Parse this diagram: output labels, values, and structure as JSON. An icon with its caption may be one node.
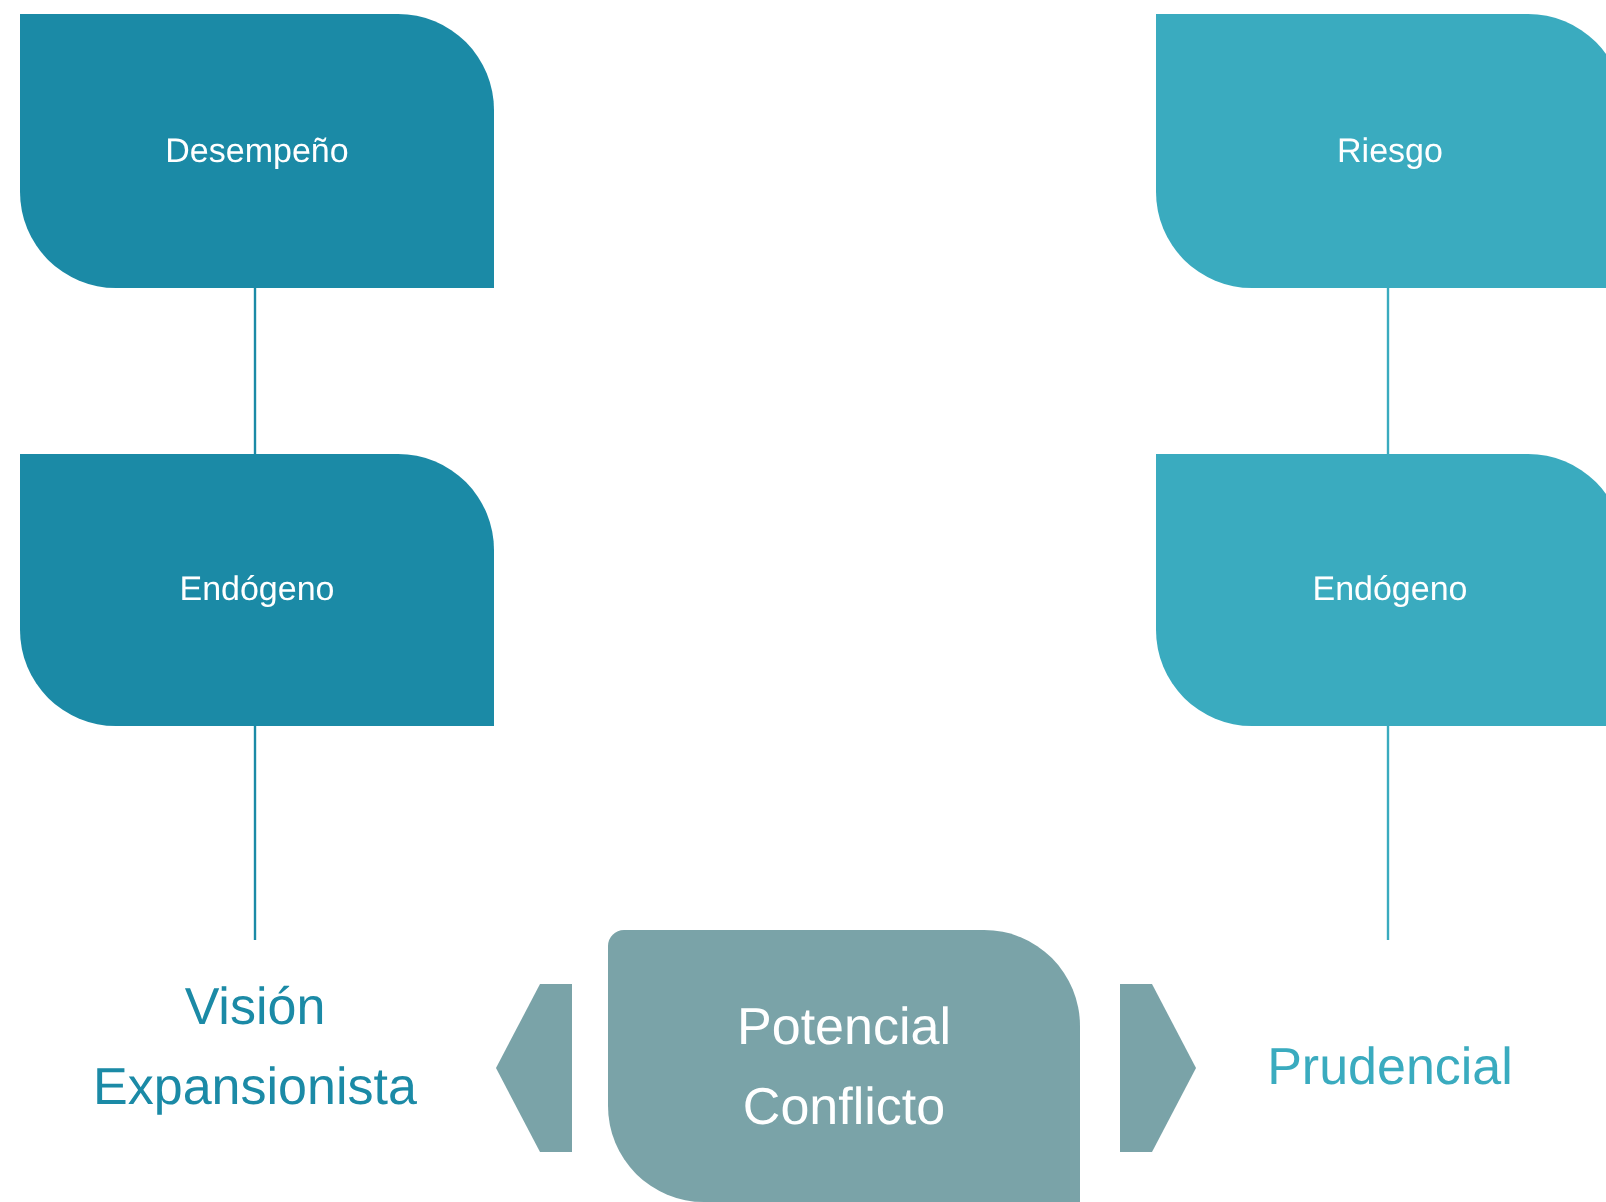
{
  "diagram": {
    "nodes": [
      {
        "text": [
          "Desempeño"
        ]
      },
      {
        "text": [
          "Riesgo"
        ]
      },
      {
        "text": [
          "Endógeno"
        ]
      },
      {
        "text": [
          "Endógeno"
        ]
      },
      {
        "text": [
          "Visión Expansionista"
        ]
      },
      {
        "text": [
          "Potencial Conflicto"
        ]
      },
      {
        "text": [
          "Prudencial"
        ]
      }
    ],
    "edges": [
      {
        "from": 0,
        "to": 2,
        "arrow": "none",
        "color": "#1b8aa6"
      },
      {
        "from": 2,
        "to": 4,
        "arrow": "none",
        "color": "#1b8aa6"
      },
      {
        "from": 1,
        "to": 3,
        "arrow": "none",
        "color": "#3aabbf"
      },
      {
        "from": 3,
        "to": 6,
        "arrow": "none",
        "color": "#3aabbf"
      },
      {
        "from": 5,
        "to": 4,
        "arrow": "to",
        "color": "#7aa3a8"
      },
      {
        "from": 5,
        "to": 6,
        "arrow": "to",
        "color": "#7aa3a8"
      }
    ]
  }
}
